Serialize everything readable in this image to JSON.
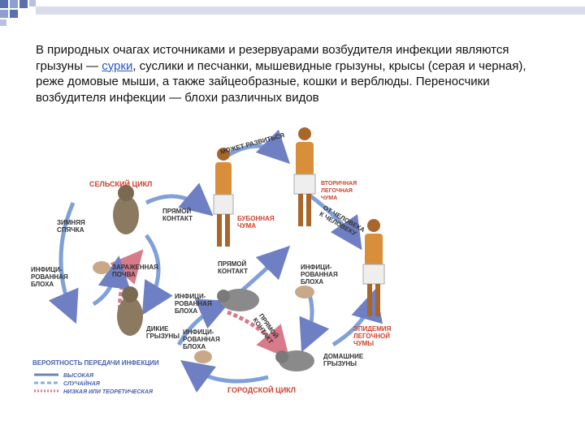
{
  "slide": {
    "text_before": "В природных очагах источниками и резервуарами возбудителя инфекции являются грызуны — ",
    "link_word": "сурки",
    "text_after": ", суслики и песчанки, мышевидные грызуны, крысы (серая и черная), реже домовые мыши, а также зайцеобразные, кошки и верблюды. Переносчики возбудителя инфекции — блохи различных видов"
  },
  "diagram": {
    "rural_cycle": "СЕЛЬСКИЙ ЦИКЛ",
    "urban_cycle": "ГОРОДСКОЙ ЦИКЛ",
    "can_develop": "МОЖЕТ РАЗВИТЬСЯ",
    "bubonic": [
      "БУБОННАЯ",
      "ЧУМА"
    ],
    "secondary_pneumonic": [
      "ВТОРИЧНАЯ",
      "ЛЕГОЧНАЯ",
      "ЧУМА"
    ],
    "human_to_human": [
      "ОТ ЧЕЛОВЕКА",
      "К ЧЕЛОВЕКУ"
    ],
    "epidemic_pneumonic": [
      "ЭПИДЕМИЯ",
      "ЛЕГОЧНОЙ",
      "ЧУМЫ"
    ],
    "direct_contact_1": [
      "ПРЯМОЙ",
      "КОНТАКТ"
    ],
    "direct_contact_2": [
      "ПРЯМОЙ",
      "КОНТАКТ"
    ],
    "direct_contact_3": [
      "ПРЯМОЙ",
      "КОНТАКТ"
    ],
    "hibernation": [
      "ЗИМНЯЯ",
      "СПЯЧКА"
    ],
    "infected_flea_1": [
      "ИНФИЦИ-",
      "РОВАННАЯ",
      "БЛОХА"
    ],
    "infected_flea_2": [
      "ИНФИЦИ-",
      "РОВАННАЯ",
      "БЛОХА"
    ],
    "infected_flea_3": [
      "ИНФИЦИ-",
      "РОВАННАЯ",
      "БЛОХА"
    ],
    "infected_flea_4": [
      "ИНФИЦИ-",
      "РОВАННАЯ",
      "БЛОХА"
    ],
    "contaminated_soil": [
      "ЗАРАЖЕННАЯ",
      "ПОЧВА"
    ],
    "wild_rodents": [
      "ДИКИЕ",
      "ГРЫЗУНЫ"
    ],
    "domestic_rodents": [
      "ДОМАШНИЕ",
      "ГРЫЗУНЫ"
    ]
  },
  "legend": {
    "title": "ВЕРОЯТНОСТЬ ПЕРЕДАЧИ ИНФЕКЦИИ",
    "items": [
      {
        "label": "ВЫСОКАЯ",
        "color": "#6f7fc4"
      },
      {
        "label": "СЛУЧАЙНАЯ",
        "color": "#7fb2e0"
      },
      {
        "label": "НИЗКАЯ ИЛИ ТЕОРЕТИЧЕСКАЯ",
        "color": "#d97a8a"
      }
    ]
  },
  "colors": {
    "accent_blue": "#4a5fb0",
    "plague_red": "#d0402a",
    "skin": "#d98f3a"
  }
}
